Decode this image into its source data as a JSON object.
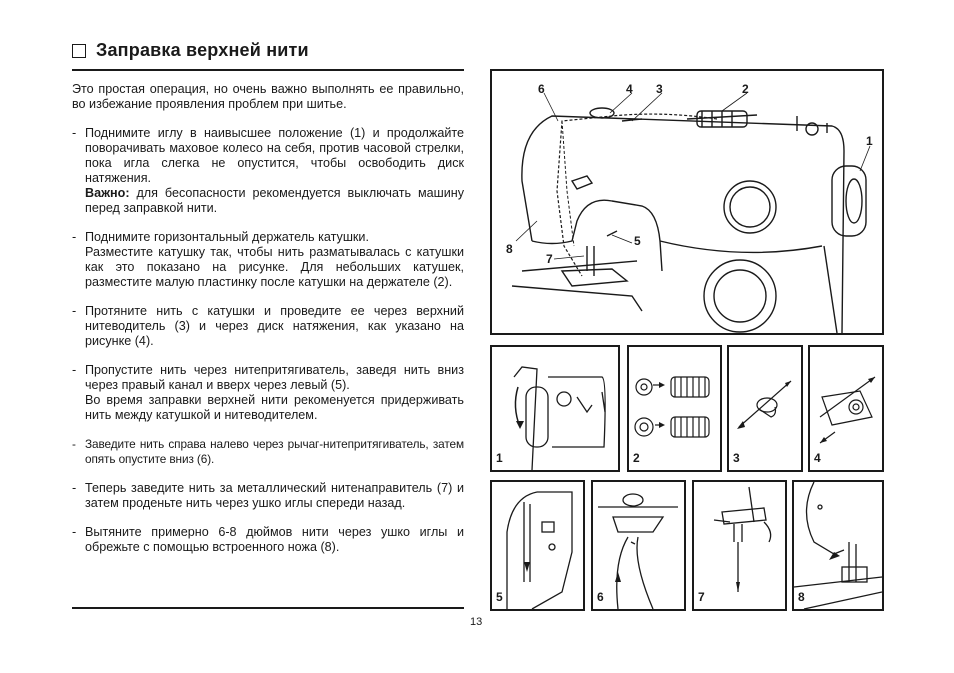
{
  "title": "Заправка верхней нити",
  "intro": "Это простая операция, но очень важно выполнять ее правильно, во избежание проявления проблем при шитье.",
  "steps": [
    {
      "lines": [
        "Поднимите иглу в наивысшее положение (1) и продолжайте поворачивать маховое колесо на себя, против часовой стрелки, пока игла слегка не опустится, чтобы освободить диск натяжения."
      ],
      "note_label": "Важно:",
      "note": " для бесопасности рекомендуется выключать машину перед заправкой нити."
    },
    {
      "lines": [
        "Поднимите горизонтальный держатель катушки.",
        "Разместите катушку так, чтобы нить разматывалась с катушки как это показано на рисунке. Для небольших катушек, разместите малую пластинку после катушки на держателе (2)."
      ]
    },
    {
      "lines": [
        "Протяните нить с катушки и проведите ее через верхний нитеводитель (3) и через диск натяжения, как указано на рисунке (4)."
      ]
    },
    {
      "lines": [
        "Пропустите нить через нитепритягиватель, заведя нить вниз через правый канал и вверх через левый (5).",
        "Во время заправки верхней нити рекоменуется придерживать нить между катушкой и нитеводителем."
      ]
    },
    {
      "lines": [
        "Заведите нить справа налево через рычаг-нитепритягиватель, затем опять опустите вниз (6)."
      ]
    },
    {
      "lines": [
        "Теперь заведите нить за металлический нитенаправитель (7) и затем проденьте нить через ушко иглы спереди назад."
      ]
    },
    {
      "lines": [
        "Вытяните примерно 6-8 дюймов нити через ушко иглы и обрежьте с помощью встроенного ножа (8)."
      ]
    }
  ],
  "page_number": "13",
  "main_figure_callouts": [
    "6",
    "4",
    "3",
    "2",
    "1",
    "5",
    "8",
    "7"
  ],
  "detail_figures": [
    "1",
    "2",
    "3",
    "4",
    "5",
    "6",
    "7",
    "8"
  ]
}
